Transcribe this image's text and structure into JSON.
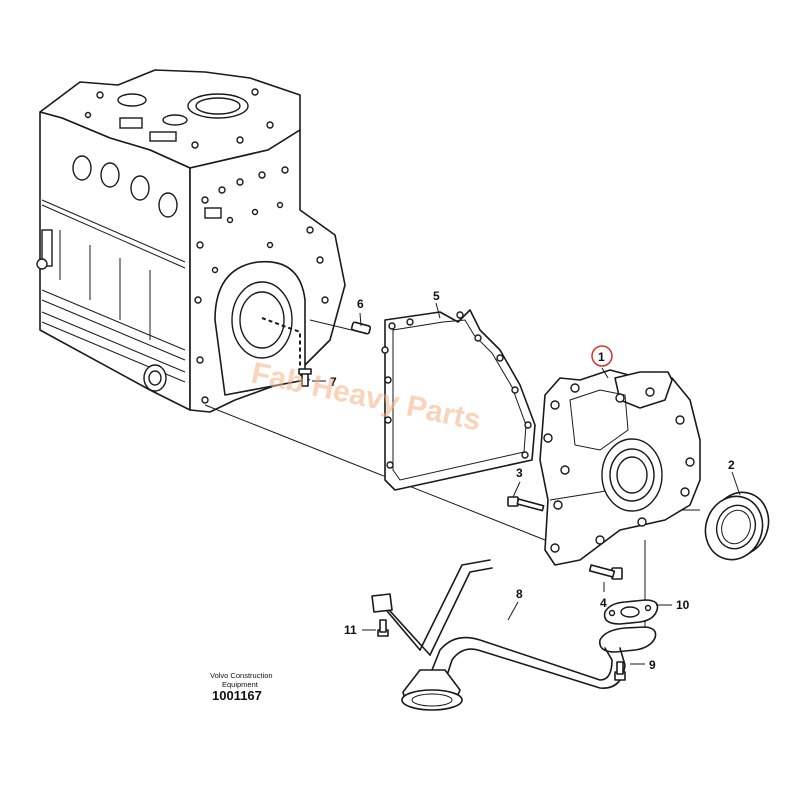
{
  "watermark": "Fab Heavy Parts",
  "caption": {
    "line1": "Volvo Construction",
    "line2": "Equipment",
    "code": "1001167"
  },
  "callouts": [
    {
      "id": "1",
      "highlight": true,
      "highlight_color": "#d9312b"
    },
    {
      "id": "2"
    },
    {
      "id": "3"
    },
    {
      "id": "4"
    },
    {
      "id": "5"
    },
    {
      "id": "6"
    },
    {
      "id": "7"
    },
    {
      "id": "8"
    },
    {
      "id": "9"
    },
    {
      "id": "10"
    },
    {
      "id": "11"
    }
  ],
  "colors": {
    "line": "#1a1a1a",
    "watermark": "#f4b183",
    "highlight": "#d9312b"
  }
}
